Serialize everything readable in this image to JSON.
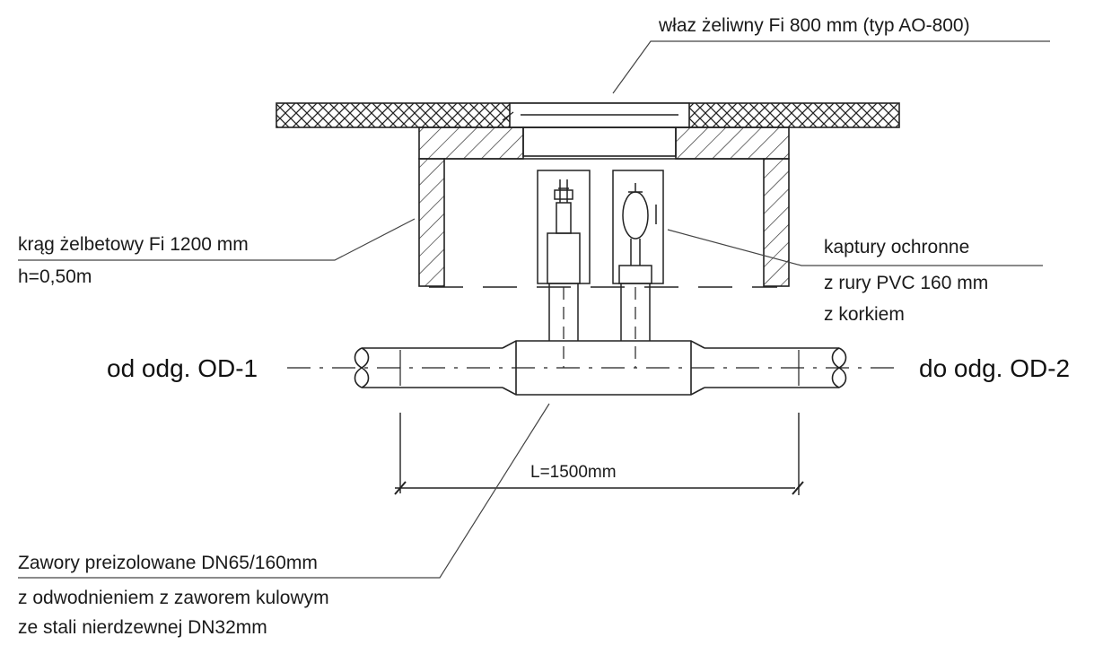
{
  "labels": {
    "manhole_cover": "właz żeliwny Fi 800 mm (typ AO-800)",
    "ring_line1": "krąg żelbetowy Fi 1200 mm",
    "ring_line2": "h=0,50m",
    "caps_line1": "kaptury ochronne",
    "caps_line2": "z rury PVC 160 mm",
    "caps_line3": "z korkiem",
    "from_pipe": "od odg. OD-1",
    "to_pipe": "do odg. OD-2",
    "length_dim": "L=1500mm",
    "valves_line1": "Zawory preizolowane DN65/160mm",
    "valves_line2": "z odwodnieniem z zaworem kulowym",
    "valves_line3": "ze stali nierdzewnej DN32mm"
  },
  "colors": {
    "ink": "#1a1a1a",
    "background": "#ffffff"
  }
}
